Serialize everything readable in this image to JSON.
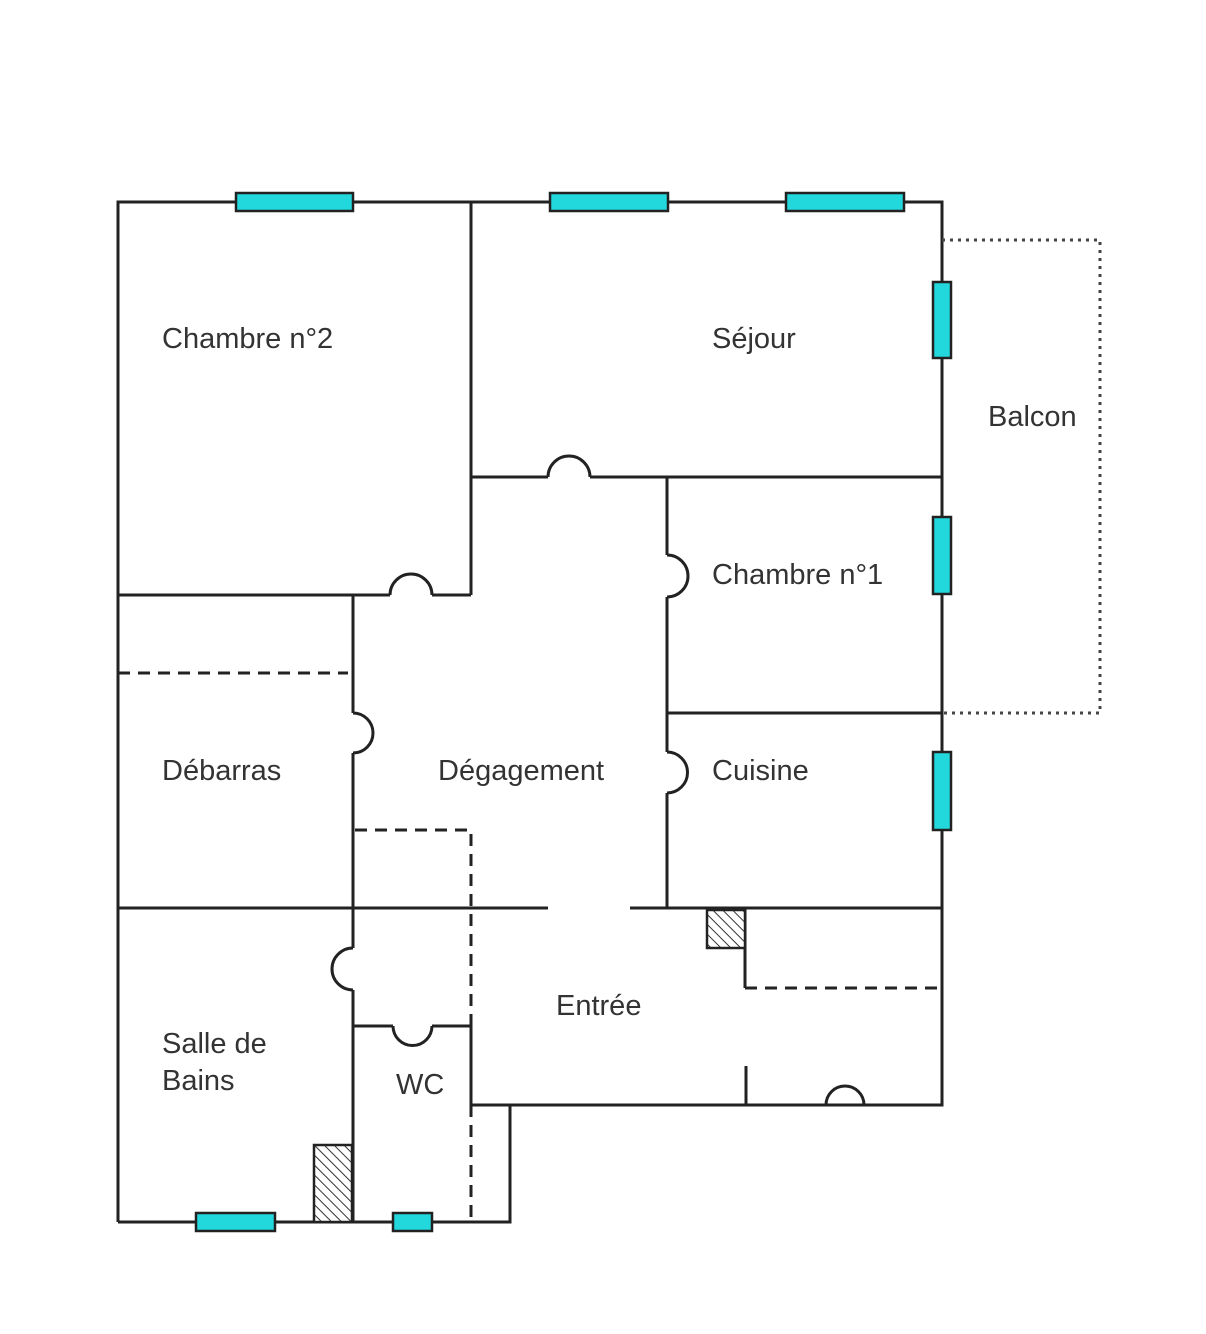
{
  "rooms": {
    "chambre2": "Chambre n°2",
    "sejour": "Séjour",
    "balcon": "Balcon",
    "chambre1": "Chambre n°1",
    "debarras": "Débarras",
    "degagement": "Dégagement",
    "cuisine": "Cuisine",
    "entree": "Entrée",
    "sdb_line1": "Salle de",
    "sdb_line2": "Bains",
    "wc": "WC"
  },
  "colors": {
    "window": "#22d8dc",
    "wall": "#222222"
  }
}
